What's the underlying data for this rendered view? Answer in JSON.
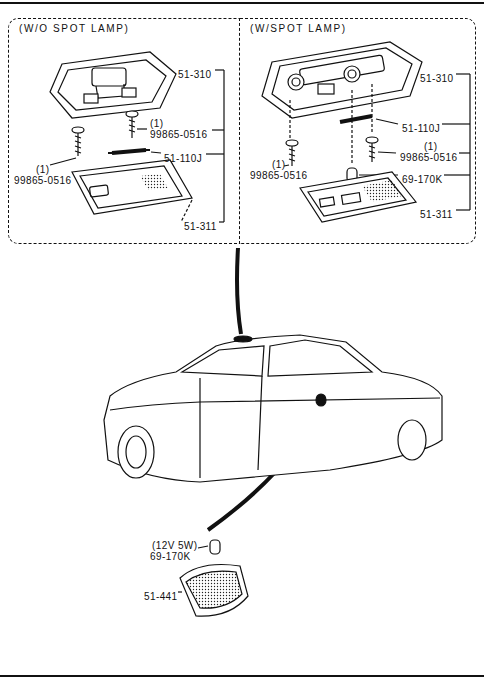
{
  "diagram": {
    "nodes": [
      {
        "text": [
          "(W/O SPOT LAMP)"
        ]
      },
      {
        "text": [
          "(W/SPOT LAMP)"
        ]
      }
    ],
    "labels": [
      "51-310",
      "(1)",
      "99865-0516",
      "(1)",
      "99865-0516",
      "51-110J",
      "51-311",
      "51-310",
      "51-110J",
      "(1)",
      "99865-0516",
      "(1)",
      "99865-0516",
      "69-170K",
      "51-311",
      "(12V 5W)",
      "69-170K",
      "51-441"
    ]
  }
}
